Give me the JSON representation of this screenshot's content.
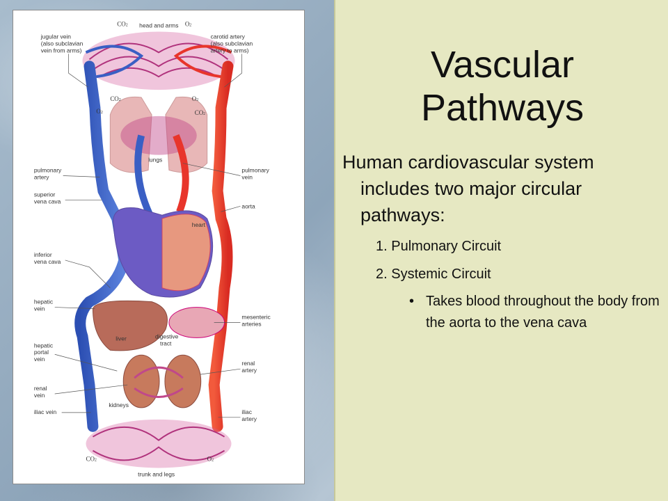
{
  "slide": {
    "title_line1": "Vascular",
    "title_line2": "Pathways",
    "intro": "Human cardiovascular system includes two major circular pathways:",
    "list": [
      {
        "num": "1.",
        "text": "Pulmonary Circuit"
      },
      {
        "num": "2.",
        "text": "Systemic Circuit"
      }
    ],
    "sub_bullet": "•",
    "sub_text": "Takes blood throughout the body from the aorta to the vena cava"
  },
  "figure": {
    "labels": {
      "head_and_arms": "head and arms",
      "co2": "CO",
      "o2": "O",
      "jugular_1": "jugular vein",
      "jugular_2": "(also subclavian",
      "jugular_3": "vein from arms)",
      "carotid_1": "carotid artery",
      "carotid_2": "(also subclavian",
      "carotid_3": "artery to arms)",
      "lungs": "lungs",
      "pulm_artery_1": "pulmonary",
      "pulm_artery_2": "artery",
      "pulm_vein_1": "pulmonary",
      "pulm_vein_2": "vein",
      "sup_vc_1": "superior",
      "sup_vc_2": "vena cava",
      "aorta": "aorta",
      "heart": "heart",
      "inf_vc_1": "inferior",
      "inf_vc_2": "vena cava",
      "hepatic_vein_1": "hepatic",
      "hepatic_vein_2": "vein",
      "mesenteric_1": "mesenteric",
      "mesenteric_2": "arteries",
      "liver": "liver",
      "digestive_1": "digestive",
      "digestive_2": "tract",
      "hep_portal_1": "hepatic",
      "hep_portal_2": "portal",
      "hep_portal_3": "vein",
      "renal_artery_1": "renal",
      "renal_artery_2": "artery",
      "renal_vein_1": "renal",
      "renal_vein_2": "vein",
      "kidneys": "kidneys",
      "iliac_vein": "iliac vein",
      "iliac_artery_1": "iliac",
      "iliac_artery_2": "artery",
      "trunk_legs": "trunk and legs"
    },
    "colors": {
      "vein": "#3a5fc4",
      "artery": "#e8352b",
      "capillary": "#c0488a",
      "organ": "#d9a3a3"
    }
  }
}
